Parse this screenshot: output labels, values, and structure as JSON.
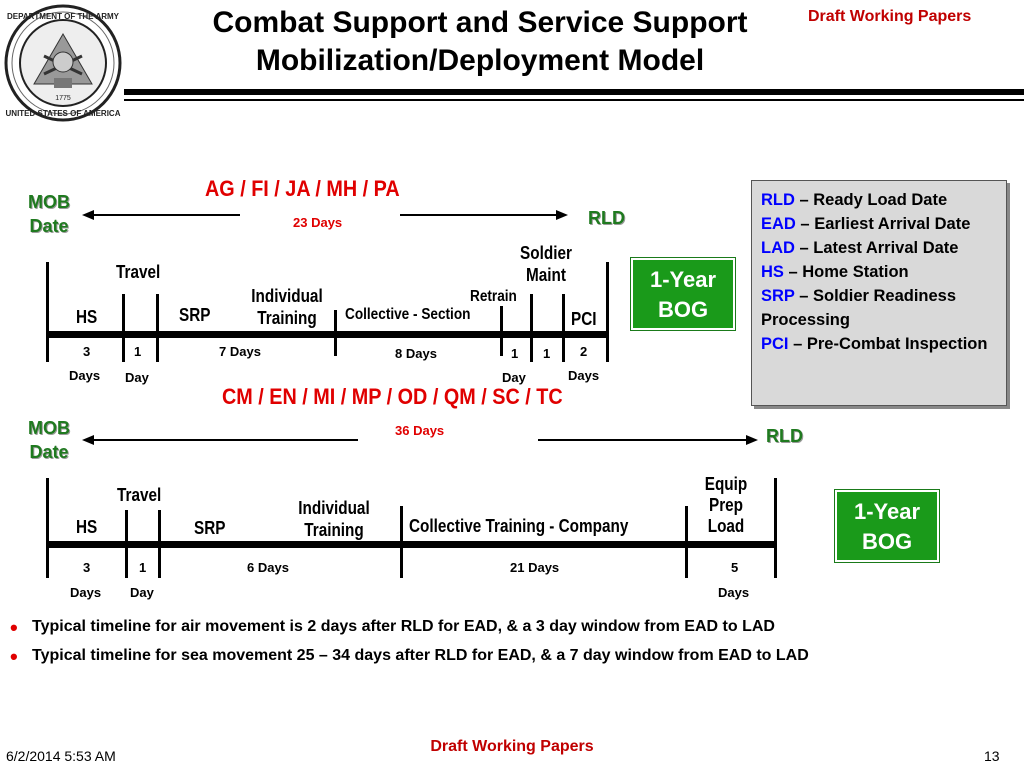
{
  "header": {
    "title_line1": "Combat Support and Service Support",
    "title_line2": "Mobilization/Deployment Model",
    "draft_label": "Draft Working Papers",
    "seal_text": "DEPARTMENT OF THE ARMY · UNITED STATES OF AMERICA · 1775"
  },
  "timeline1": {
    "branches": "AG / FI / JA / MH / PA",
    "mob_line1": "MOB",
    "mob_line2": "Date",
    "total": "23 Days",
    "rld": "RLD",
    "phases": {
      "travel": "Travel",
      "hs": "HS",
      "srp": "SRP",
      "individual_line1": "Individual",
      "individual_line2": "Training",
      "collective": "Collective - Section",
      "retrain": "Retrain",
      "soldier_line1": "Soldier",
      "soldier_line2": "Maint",
      "pci": "PCI"
    },
    "durations": {
      "d_hs": "3",
      "d_hs_unit": "Days",
      "d_travel": "1",
      "d_travel_unit": "Day",
      "d_individual": "7 Days",
      "d_collective": "8 Days",
      "d_retrain": "1",
      "d_retrain_unit": "Day",
      "d_maint": "1",
      "d_pci": "2",
      "d_pci_unit": "Days"
    },
    "bog_line1": "1-Year",
    "bog_line2": "BOG"
  },
  "timeline2": {
    "branches": "CM / EN / MI / MP / OD / QM / SC / TC",
    "mob_line1": "MOB",
    "mob_line2": "Date",
    "total": "36 Days",
    "rld": "RLD",
    "phases": {
      "travel": "Travel",
      "hs": "HS",
      "srp": "SRP",
      "individual_line1": "Individual",
      "individual_line2": "Training",
      "collective": "Collective Training - Company",
      "equip_line1": "Equip",
      "equip_line2": "Prep",
      "equip_line3": "Load"
    },
    "durations": {
      "d_hs": "3",
      "d_hs_unit": "Days",
      "d_travel": "1",
      "d_travel_unit": "Day",
      "d_individual": "6 Days",
      "d_collective": "21 Days",
      "d_equip": "5",
      "d_equip_unit": "Days"
    },
    "bog_line1": "1-Year",
    "bog_line2": "BOG"
  },
  "legend": {
    "items": [
      {
        "abbr": "RLD",
        "text": " – Ready Load Date"
      },
      {
        "abbr": "EAD",
        "text": " – Earliest Arrival Date"
      },
      {
        "abbr": "LAD",
        "text": " – Latest Arrival Date"
      },
      {
        "abbr": "HS",
        "text": " – Home Station"
      },
      {
        "abbr": "SRP",
        "text": " – Soldier Readiness Processing"
      },
      {
        "abbr": "PCI",
        "text": " – Pre-Combat Inspection"
      }
    ]
  },
  "bullets": [
    "Typical timeline for air movement is 2 days after RLD for EAD, & a 3 day window from EAD to LAD",
    "Typical timeline for sea movement 25 – 34 days after RLD for EAD, & a 7 day window from EAD to LAD"
  ],
  "footer": {
    "date": "6/2/2014 5:53 AM",
    "draft_label": "Draft Working Papers",
    "page_number": "13"
  },
  "colors": {
    "title_red": "#e00000",
    "mob_green": "#1f7a1f",
    "bog_green": "#1a9a1a",
    "legend_bg": "#d9d9d9",
    "legend_key_blue": "#0000ff"
  }
}
